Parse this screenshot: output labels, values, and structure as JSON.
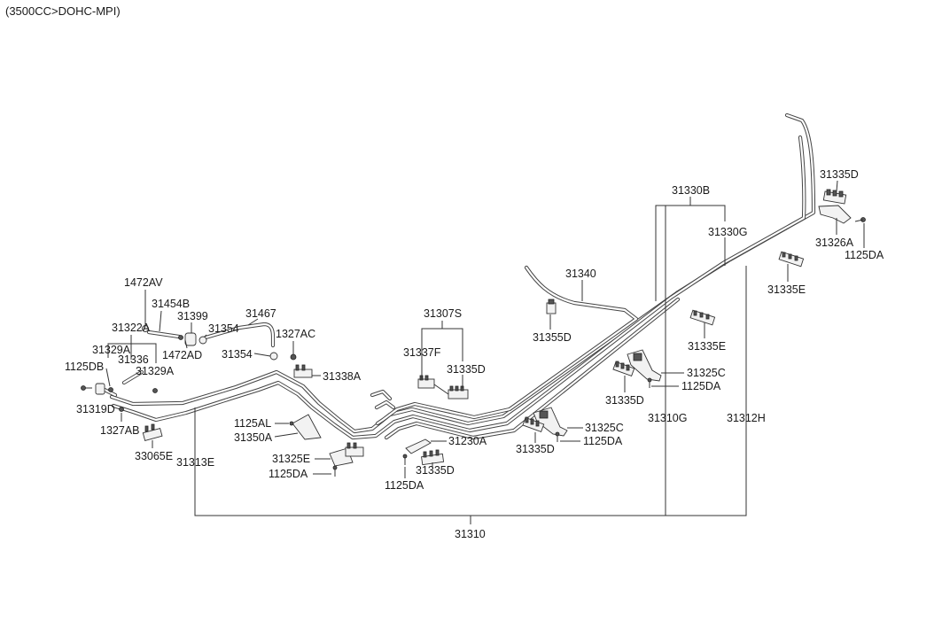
{
  "header": {
    "engine": "(3500CC>DOHC-MPI)"
  },
  "labels": {
    "l_31335D_top": "31335D",
    "l_31330B": "31330B",
    "l_31330G": "31330G",
    "l_31326A": "31326A",
    "l_1125DA_top": "1125DA",
    "l_31335E_right": "31335E",
    "l_31340": "31340",
    "l_31355D": "31355D",
    "l_31335E_mid": "31335E",
    "l_31325C_1": "31325C",
    "l_1125DA_1": "1125DA",
    "l_31335D_1": "31335D",
    "l_31310G": "31310G",
    "l_31312H": "31312H",
    "l_31325C_2": "31325C",
    "l_1125DA_2": "1125DA",
    "l_31335D_2": "31335D",
    "l_31307S": "31307S",
    "l_31337F": "31337F",
    "l_31335D_3": "31335D",
    "l_31230A": "31230A",
    "l_31335D_4": "31335D",
    "l_1125DA_4": "1125DA",
    "l_31325E": "31325E",
    "l_1125DA_5": "1125DA",
    "l_1125AL": "1125AL",
    "l_31350A": "31350A",
    "l_31338A": "31338A",
    "l_1327AC": "1327AC",
    "l_31467": "31467",
    "l_31354_1": "31354",
    "l_31354_2": "31354",
    "l_1472AV": "1472AV",
    "l_31454B": "31454B",
    "l_31399": "31399",
    "l_31322A": "31322A",
    "l_1472AD": "1472AD",
    "l_31329A_1": "31329A",
    "l_31336": "31336",
    "l_31329A_2": "31329A",
    "l_1125DB": "1125DB",
    "l_31319D": "31319D",
    "l_1327AB": "1327AB",
    "l_33065E": "33065E",
    "l_31313E": "31313E",
    "l_31310": "31310"
  },
  "icons": [
    "clip",
    "bolt",
    "bracket",
    "fuel-line"
  ]
}
